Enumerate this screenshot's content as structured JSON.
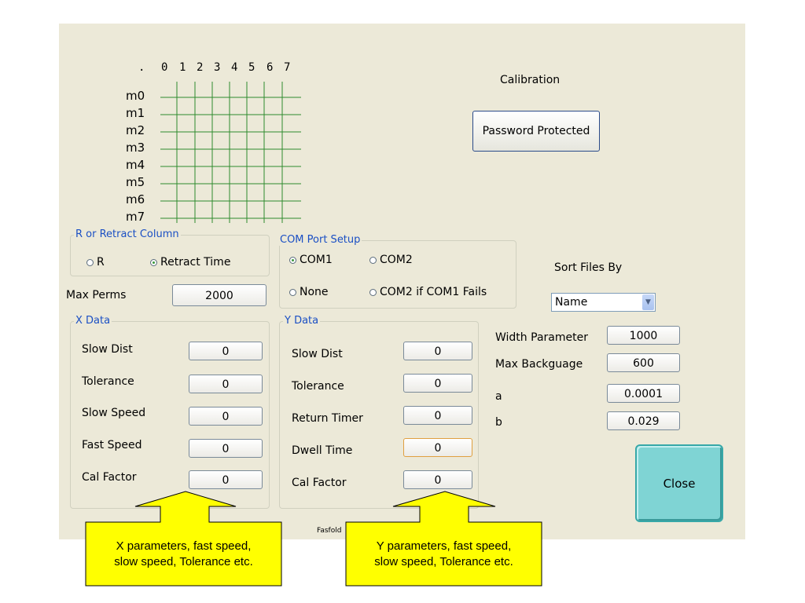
{
  "grid": {
    "corner": ".",
    "columns": [
      "0",
      "1",
      "2",
      "3",
      "4",
      "5",
      "6",
      "7"
    ],
    "rows": [
      "m0",
      "m1",
      "m2",
      "m3",
      "m4",
      "m5",
      "m6",
      "m7"
    ]
  },
  "calibration": {
    "label": "Calibration",
    "button_label": "Password Protected"
  },
  "r_retract": {
    "title": "R or Retract Column",
    "options": [
      {
        "label": "R",
        "selected": false
      },
      {
        "label": "Retract Time",
        "selected": true
      }
    ]
  },
  "max_perms": {
    "label": "Max Perms",
    "value": "2000"
  },
  "com_port": {
    "title": "COM Port Setup",
    "options": [
      {
        "label": "COM1",
        "selected": true
      },
      {
        "label": "COM2",
        "selected": false
      },
      {
        "label": "None",
        "selected": false
      },
      {
        "label": "COM2 if COM1 Fails",
        "selected": false
      }
    ]
  },
  "sort_files": {
    "label": "Sort Files By",
    "value": "Name"
  },
  "x_data": {
    "title": "X Data",
    "fields": [
      {
        "label": "Slow Dist",
        "value": "0"
      },
      {
        "label": "Tolerance",
        "value": "0"
      },
      {
        "label": "Slow Speed",
        "value": "0"
      },
      {
        "label": "Fast Speed",
        "value": "0"
      },
      {
        "label": "Cal Factor",
        "value": "0"
      }
    ]
  },
  "y_data": {
    "title": "Y Data",
    "fields": [
      {
        "label": "Slow Dist",
        "value": "0"
      },
      {
        "label": "Tolerance",
        "value": "0"
      },
      {
        "label": "Return Timer",
        "value": "0"
      },
      {
        "label": "Dwell Time",
        "value": "0"
      },
      {
        "label": "Cal Factor",
        "value": "0"
      }
    ]
  },
  "params": [
    {
      "label": "Width Parameter",
      "value": "1000"
    },
    {
      "label": "Max Backguage",
      "value": "600"
    },
    {
      "label": "a",
      "value": "0.0001"
    },
    {
      "label": "b",
      "value": "0.029"
    }
  ],
  "close_label": "Close",
  "footer_label": "Fasfold",
  "callouts": {
    "x": {
      "line1": "X parameters, fast speed,",
      "line2": "slow speed, Tolerance etc."
    },
    "y": {
      "line1": "Y parameters, fast speed,",
      "line2": "slow speed, Tolerance etc."
    }
  },
  "colors": {
    "panel": "#ece9d8",
    "grid_lines": "#2e8b2e",
    "group_title": "#1a4fc4",
    "callout_fill": "#ffff00",
    "close_button": "#7fd4d4"
  }
}
